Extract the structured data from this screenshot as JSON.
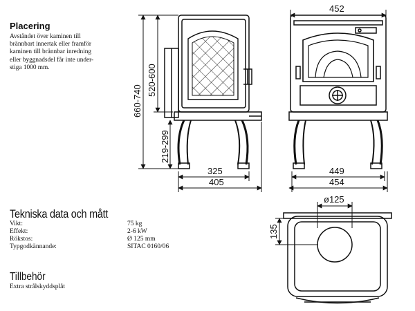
{
  "placering": {
    "title": "Placering",
    "text": "Avståndet över kaminen till\nbrännbart innertak eller framför\nkaminen till brännbar inredning\neller byggnadsdel får inte under-\nstiga 1000 mm."
  },
  "dimensions": {
    "height_total": "660-740",
    "height_body": "520-600",
    "height_legs": "219-299",
    "depth_inner": "325",
    "depth_outer": "405",
    "width_top": "452",
    "width_inner": "449",
    "width_outer": "454",
    "flue_diameter": "ø125",
    "flue_offset": "135"
  },
  "tekniska": {
    "title": "Tekniska data och mått",
    "rows": [
      {
        "key": "Vikt:",
        "value": "75 kg"
      },
      {
        "key": "Effekt:",
        "value": "2-6 kW"
      },
      {
        "key": "Rökstos:",
        "value": "Ø 125 mm"
      },
      {
        "key": "Typgodkännande:",
        "value": "SITAC 0160/06"
      }
    ]
  },
  "tillbehor": {
    "title": "Tillbehör",
    "text": "Extra strålskyddsplåt"
  }
}
